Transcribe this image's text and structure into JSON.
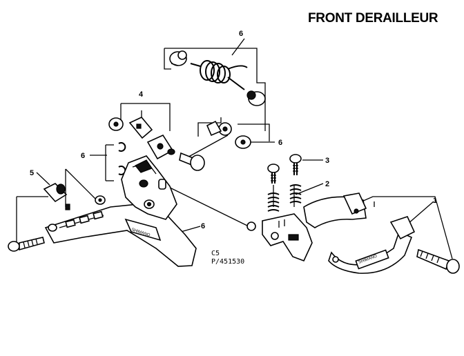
{
  "title": "FRONT DERAILLEUR",
  "reference": {
    "line1": "C5",
    "line2": "P/451530"
  },
  "callouts": {
    "c1": "1",
    "c2": "2",
    "c3": "3",
    "c4": "4",
    "c5": "5",
    "c6_top": "6",
    "c6_mid": "6",
    "c6_left": "6",
    "c6_body": "6"
  },
  "logo_text": "SHIMANO"
}
